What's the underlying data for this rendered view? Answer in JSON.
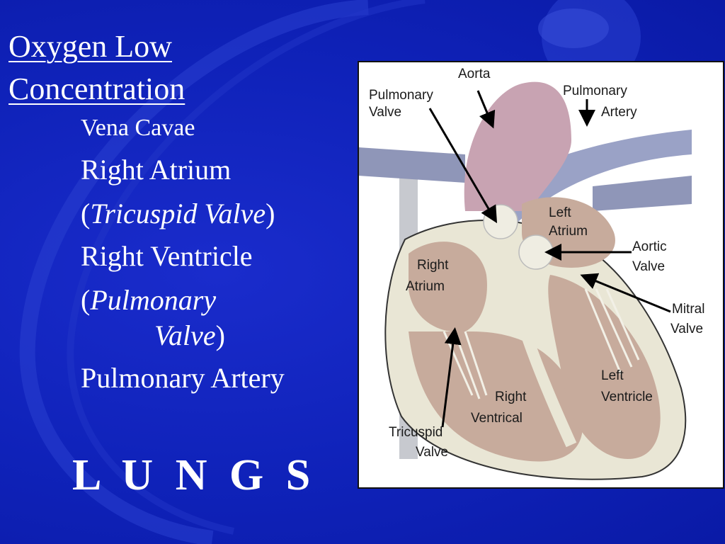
{
  "slide": {
    "heading_line1": "Oxygen Low",
    "heading_line2": "Concentration",
    "items": [
      "Vena Cavae",
      "Right Atrium",
      "Tricuspid Valve",
      "Right Ventricle",
      "Pulmonary",
      "Valve",
      "Pulmonary Artery"
    ],
    "paren_open": "(",
    "paren_close": ")",
    "footer": "L U N G S",
    "colors": {
      "background": "#0d21b8",
      "text": "#ffffff"
    }
  },
  "diagram": {
    "labels": {
      "aorta": "Aorta",
      "pulmonary_valve_1": "Pulmonary",
      "pulmonary_valve_2": "Valve",
      "pulmonary_artery_1": "Pulmonary",
      "pulmonary_artery_2": "Artery",
      "left_atrium_1": "Left",
      "left_atrium_2": "Atrium",
      "aortic_valve_1": "Aortic",
      "aortic_valve_2": "Valve",
      "right_atrium_1": "Right",
      "right_atrium_2": "Atrium",
      "mitral_valve_1": "Mitral",
      "mitral_valve_2": "Valve",
      "left_ventricle_1": "Left",
      "left_ventricle_2": "Ventricle",
      "right_ventrical_1": "Right",
      "right_ventrical_2": "Ventrical",
      "tricuspid_valve_1": "Tricuspid",
      "tricuspid_valve_2": "Valve"
    }
  }
}
